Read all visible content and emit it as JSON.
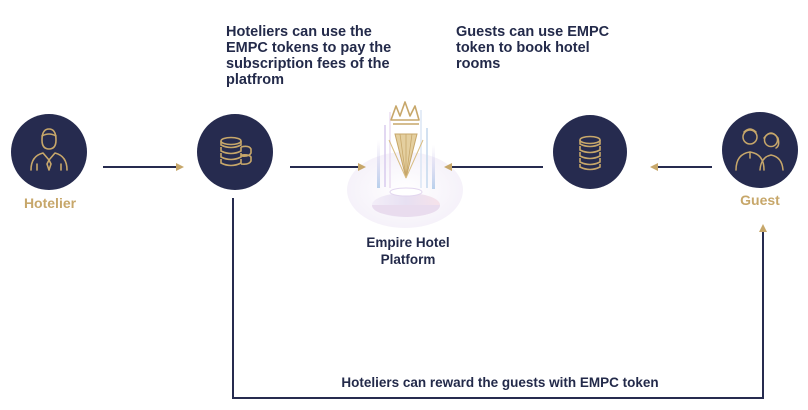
{
  "notes": {
    "hoteliers_pay": "Hoteliers can use the EMPC tokens to pay the subscription fees of the platfrom",
    "guests_book": "Guests can use EMPC token to book hotel rooms"
  },
  "nodes": {
    "hotelier": "Hotelier",
    "guest": "Guest",
    "platform": "Empire Hotel Platform"
  },
  "flows": {
    "reward": "Hoteliers can reward the guests with EMPC token"
  },
  "colors": {
    "navy": "#262b4f",
    "gold": "#c7a76a",
    "text_dark": "#232a4a"
  },
  "icons": {
    "hotelier": "person-icon",
    "coins": "coin-stack-icon",
    "guest": "couple-icon",
    "platform": "crown-platform-icon"
  }
}
